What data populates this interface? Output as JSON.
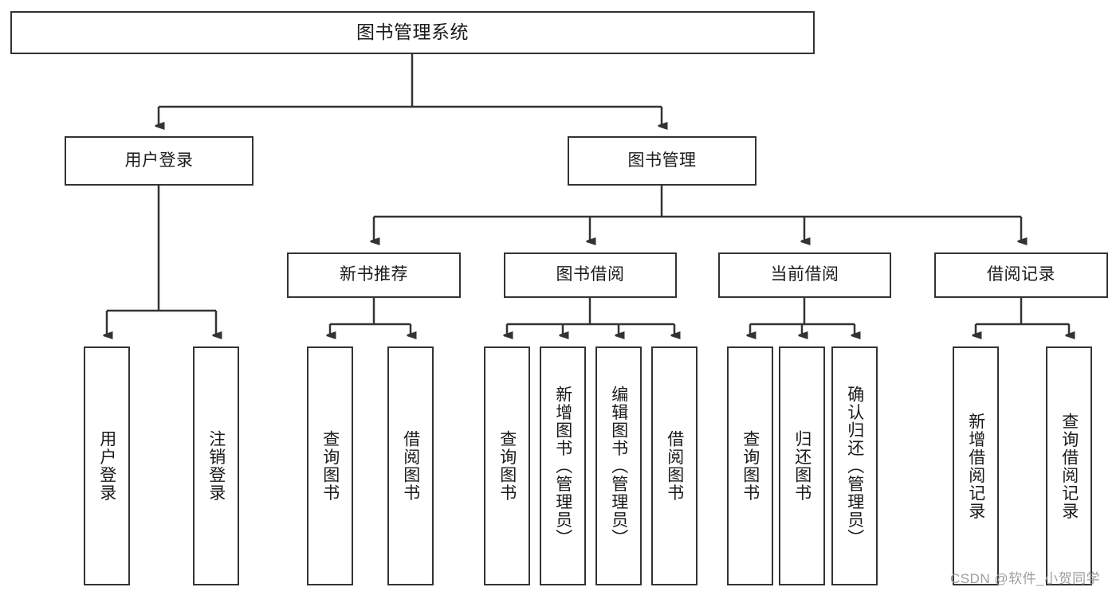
{
  "diagram": {
    "title": "图书管理系统",
    "type": "tree-hierarchy",
    "colors": {
      "background": "#ffffff",
      "border": "#333333",
      "text": "#1a1a1a",
      "connector": "#333333",
      "watermark": "#9e9e9e"
    },
    "root": {
      "label": "图书管理系统"
    },
    "level2": [
      {
        "label": "用户登录"
      },
      {
        "label": "图书管理"
      }
    ],
    "level3": [
      {
        "label": "新书推荐"
      },
      {
        "label": "图书借阅"
      },
      {
        "label": "当前借阅"
      },
      {
        "label": "借阅记录"
      }
    ],
    "leaves": {
      "user_login": [
        {
          "label": "用户登录"
        },
        {
          "label": "注销登录"
        }
      ],
      "new_book_recommend": [
        {
          "label": "查询图书"
        },
        {
          "label": "借阅图书"
        }
      ],
      "book_borrow": [
        {
          "label": "查询图书"
        },
        {
          "label": "新增图书（管理员）"
        },
        {
          "label": "编辑图书（管理员）"
        },
        {
          "label": "借阅图书"
        }
      ],
      "current_borrow": [
        {
          "label": "查询图书"
        },
        {
          "label": "归还图书"
        },
        {
          "label": "确认归还（管理员）"
        }
      ],
      "borrow_record": [
        {
          "label": "新增借阅记录"
        },
        {
          "label": "查询借阅记录"
        }
      ]
    },
    "watermark": "CSDN @软件_小贺同学"
  }
}
